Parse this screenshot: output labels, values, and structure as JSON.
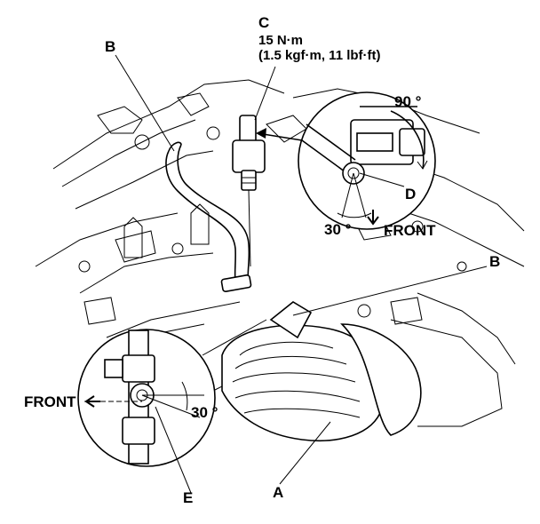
{
  "labels": {
    "c_letter": "C",
    "torque_nm": "15 N·m",
    "torque_other": "(1.5 kgf·m, 11 lbf·ft)",
    "b_top": "B",
    "b_right": "B",
    "a": "A",
    "d": "D",
    "e": "E",
    "angle_90": "90 °",
    "angle_30_top": "30 °",
    "angle_30_bottom": "30 °",
    "front_top": "FRONT",
    "front_bottom": "FRONT"
  },
  "icons": {
    "down_arrow": "down-arrow-icon",
    "left_arrow": "left-arrow-icon"
  }
}
